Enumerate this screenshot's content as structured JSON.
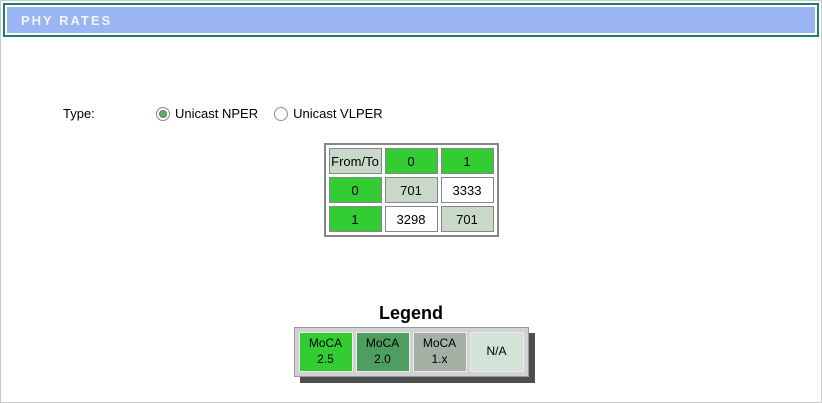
{
  "header": {
    "title": "PHY RATES",
    "bg_color": "#9ab4f4",
    "border_color": "#1f7e68"
  },
  "form": {
    "type_label": "Type:",
    "options": [
      {
        "label": "Unicast NPER",
        "selected": true
      },
      {
        "label": "Unicast VLPER",
        "selected": false
      }
    ]
  },
  "phy_table": {
    "header_cells": [
      {
        "text": "From/To",
        "bg": "#c9d9c9"
      },
      {
        "text": "0",
        "bg": "#33cc33"
      },
      {
        "text": "1",
        "bg": "#33cc33"
      }
    ],
    "rows": [
      {
        "cells": [
          {
            "text": "0",
            "bg": "#33cc33"
          },
          {
            "text": "701",
            "bg": "#c9d9c9"
          },
          {
            "text": "3333",
            "bg": "#ffffff"
          }
        ]
      },
      {
        "cells": [
          {
            "text": "1",
            "bg": "#33cc33"
          },
          {
            "text": "3298",
            "bg": "#ffffff"
          },
          {
            "text": "701",
            "bg": "#c9d9c9"
          }
        ]
      }
    ]
  },
  "legend": {
    "title": "Legend",
    "items": [
      {
        "line1": "MoCA",
        "line2": "2.5",
        "color": "#33cc33"
      },
      {
        "line1": "MoCA",
        "line2": "2.0",
        "color": "#4d9e60"
      },
      {
        "line1": "MoCA",
        "line2": "1.x",
        "color": "#a5b0a5"
      },
      {
        "line1": "N/A",
        "line2": "",
        "color": "#d2e2d4"
      }
    ]
  }
}
